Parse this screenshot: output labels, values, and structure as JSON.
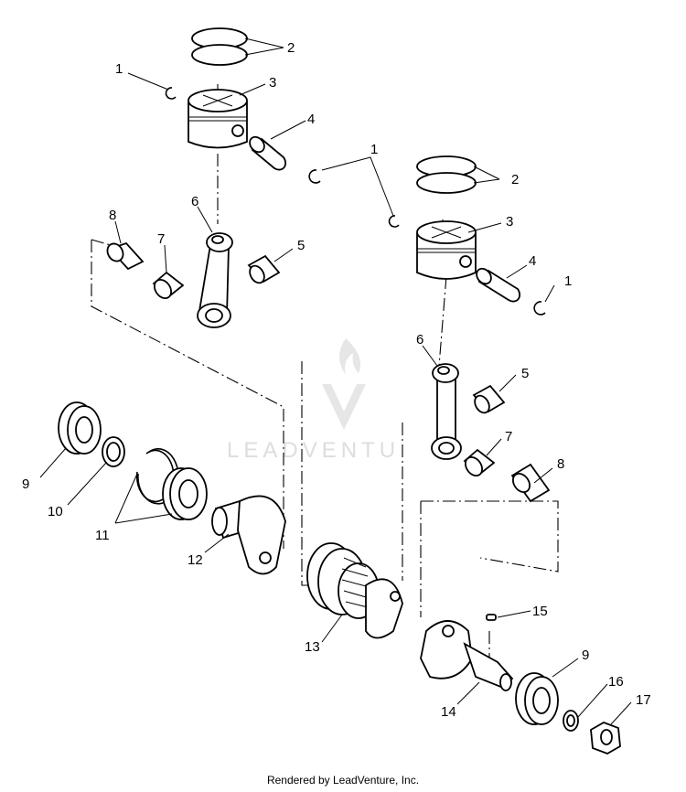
{
  "watermark": {
    "text": "LEADVENTU"
  },
  "footer": {
    "text": "Rendered by LeadVenture, Inc."
  },
  "callouts": {
    "c1a": "1",
    "c2a": "2",
    "c3a": "3",
    "c4a": "4",
    "c1b": "1",
    "c2b": "2",
    "c3b": "3",
    "c4b": "4",
    "c1c": "1",
    "c6a": "6",
    "c8a": "8",
    "c7a": "7",
    "c5a": "5",
    "c6b": "6",
    "c5b": "5",
    "c7b": "7",
    "c8b": "8",
    "c9a": "9",
    "c10": "10",
    "c11": "11",
    "c12": "12",
    "c13": "13",
    "c15": "15",
    "c9b": "9",
    "c14": "14",
    "c16": "16",
    "c17": "17"
  }
}
